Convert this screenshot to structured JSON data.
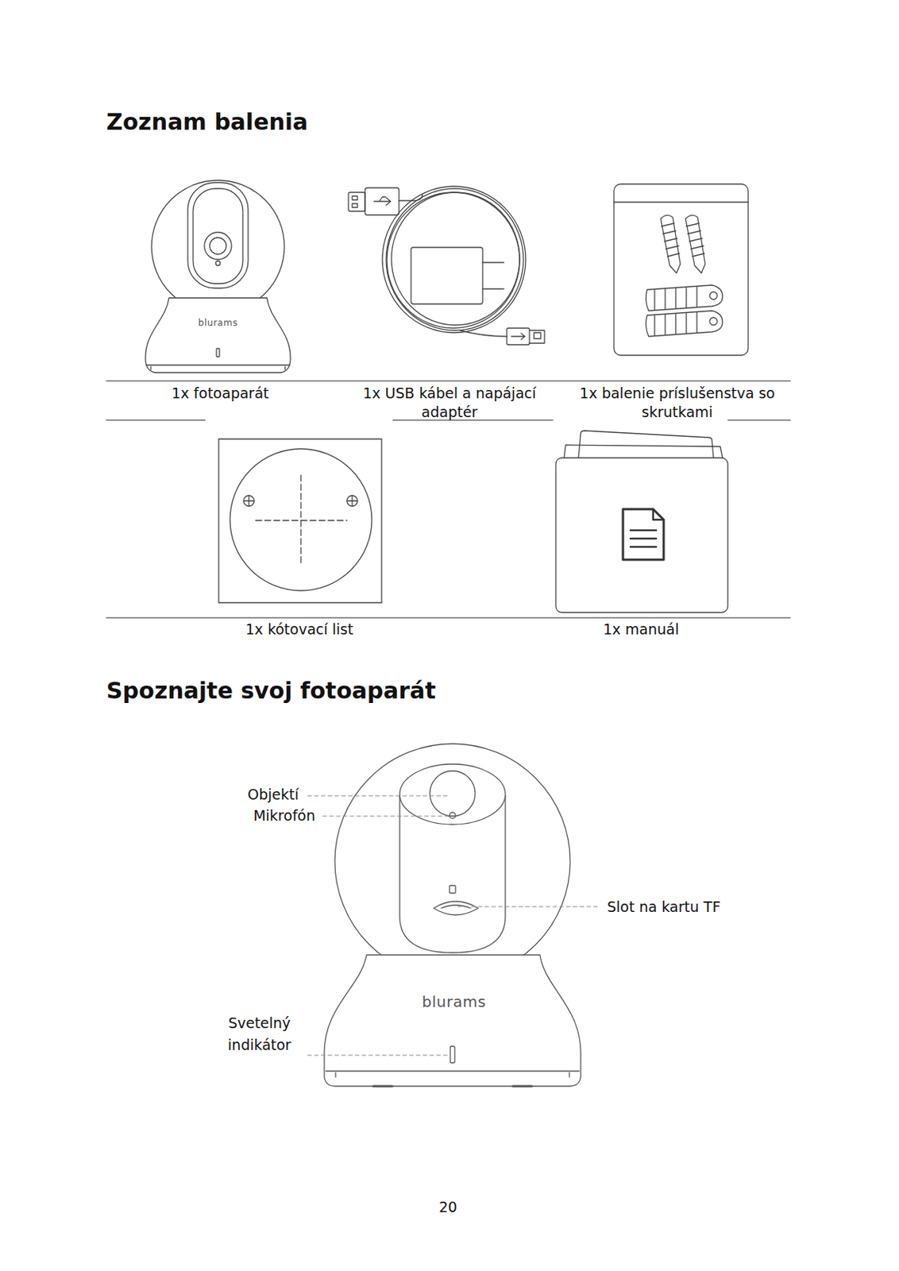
{
  "diagram": {
    "title": "Zoznam balenia",
    "labels": [
      "1x fotoaparát",
      "1x USB kábel a napájací adaptér",
      "1x balenie príslušenstva so skrutkami",
      "1x kótovací list",
      "1x manuál",
      "Spoznajte svoj fotoaparát",
      "Objektí",
      "Mikrofón",
      "Slot na kartu TF",
      "Svetelný indikátor",
      "blurams",
      "blurams",
      "20"
    ]
  }
}
